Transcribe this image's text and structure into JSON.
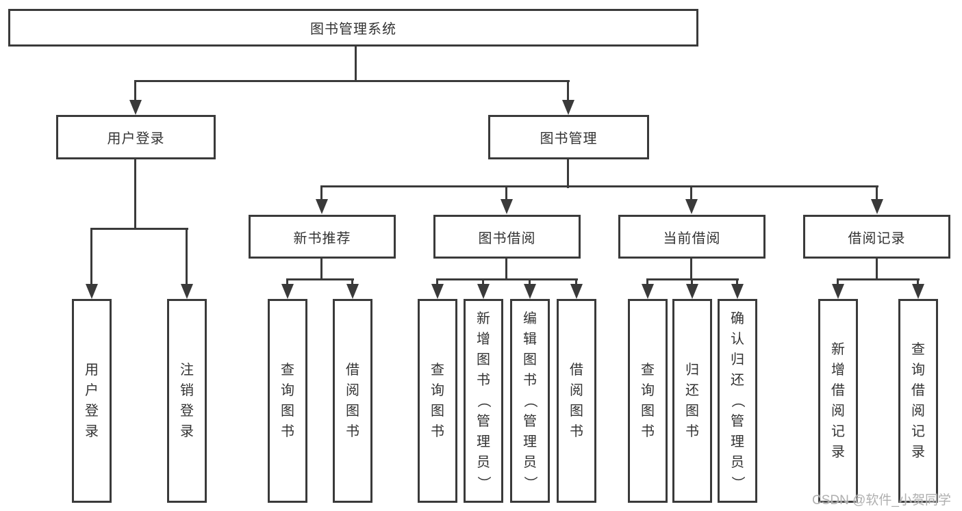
{
  "colors": {
    "line": "#3a3a3a",
    "box_border": "#3a3a3a",
    "text": "#333333",
    "background": "#ffffff",
    "watermark": "#a8a8a8"
  },
  "watermark": "CSDN @软件_小贺同学",
  "root": {
    "label": "图书管理系统",
    "children": [
      {
        "label": "用户登录",
        "leaves": [
          "用户登录",
          "注销登录"
        ]
      },
      {
        "label": "图书管理",
        "children": [
          {
            "label": "新书推荐",
            "leaves": [
              "查询图书",
              "借阅图书"
            ]
          },
          {
            "label": "图书借阅",
            "leaves": [
              "查询图书",
              "新增图书（管理员）",
              "编辑图书（管理员）",
              "借阅图书"
            ]
          },
          {
            "label": "当前借阅",
            "leaves": [
              "查询图书",
              "归还图书",
              "确认归还（管理员）"
            ]
          },
          {
            "label": "借阅记录",
            "leaves": [
              "新增借阅记录",
              "查询借阅记录"
            ]
          }
        ]
      }
    ]
  }
}
